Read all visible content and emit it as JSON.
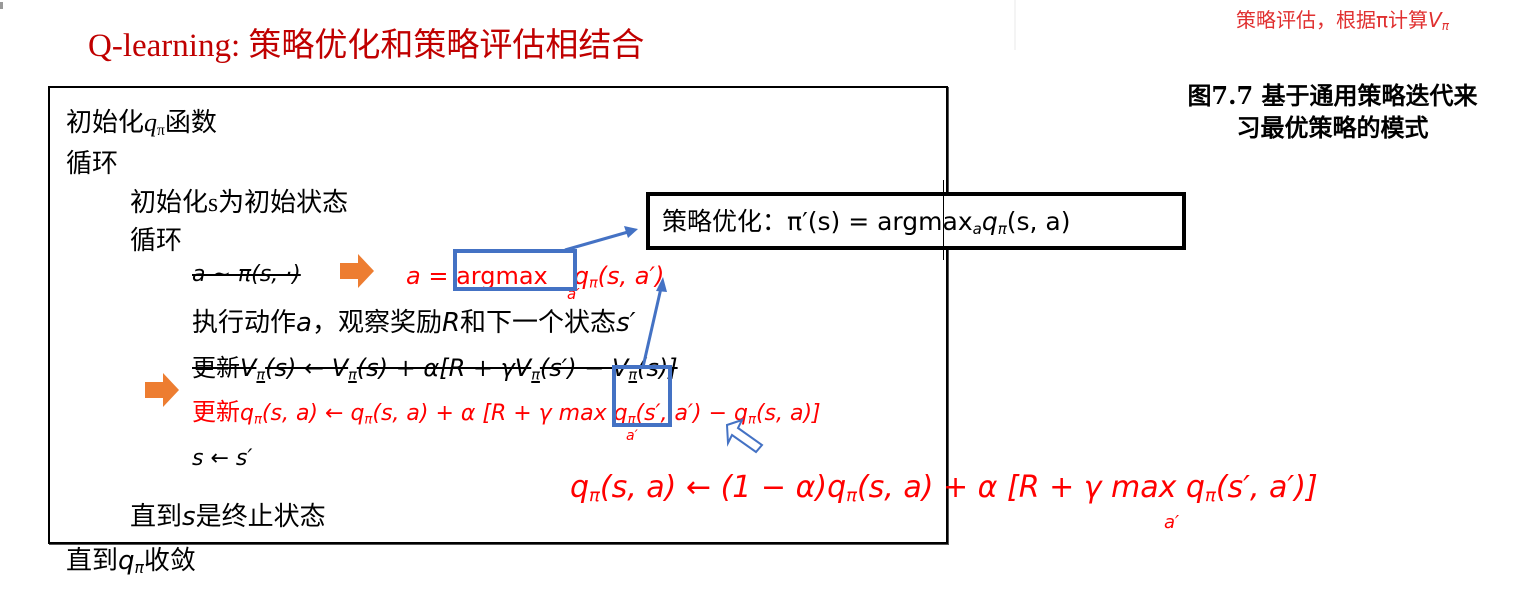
{
  "title": {
    "prefix": "Q-learning: ",
    "main": "策略优化和策略评估相结合"
  },
  "top_right_caption": {
    "text": "策略评估，根据π计算",
    "var": "V",
    "sub": "π"
  },
  "figure_caption": {
    "line1": "图7.7 基于通用策略迭代来",
    "line2": "习最优策略的模式"
  },
  "algorithm": {
    "init_q": {
      "pre": "初始化",
      "var": "q",
      "sub": "π",
      "post": "函数"
    },
    "outer_loop": "循环",
    "init_s": {
      "pre": "初始化",
      "var": "s",
      "post": "为初始状态"
    },
    "inner_loop": "循环",
    "old_action": "a ∼ π(s, ·)",
    "new_action": {
      "lhs": "a = ",
      "op": "argmax",
      "sub": "a′",
      "rest": "q",
      "rest_sub": "π",
      "args": "(s, a′)"
    },
    "execute": {
      "pre": "执行动作",
      "a": "a",
      "mid": "，观察奖励",
      "R": "R",
      "post": "和下一个状态",
      "s": "s′"
    },
    "old_update": {
      "pre": "更新",
      "formula": "V",
      "sub": "π",
      "rest": "(s) ← V",
      "sub2": "π",
      "rest2": "(s) + α[R + γV",
      "sub3": "π",
      "rest3": "(s′) − V",
      "sub4": "π",
      "rest4": "(s)]"
    },
    "new_update": {
      "pre": "更新",
      "q1": "q",
      "sub": "π",
      "rest": "(s, a) ← q",
      "rest2": "(s, a) + α [R + γ max q",
      "rest3": "(s′, a′) − q",
      "rest4": "(s, a)]",
      "max_sub": "a′"
    },
    "assign_s": "s ← s′",
    "until_terminal": {
      "pre": "直到",
      "s": "s",
      "post": "是终止状态"
    },
    "until_converge": {
      "pre": "直到",
      "q": "q",
      "sub": "π",
      "post": "收敛"
    }
  },
  "policy_box": {
    "label": "策略优化：",
    "formula_pre": "π′(s) = argmax",
    "formula_sub": "a",
    "formula_q": "q",
    "formula_qsub": "π",
    "formula_args": "(s, a)"
  },
  "big_equation": {
    "q": "q",
    "sub": "π",
    "part1": "(s, a) ← (1 − α)q",
    "part2": "(s, a) + α [R + γ max q",
    "part3": "(s′, a′)]",
    "max_sub": "a′"
  },
  "colors": {
    "title": "#c00000",
    "red": "#ff0000",
    "blue": "#4472c4",
    "orange": "#ed7d31",
    "caption_red": "#e03030"
  }
}
